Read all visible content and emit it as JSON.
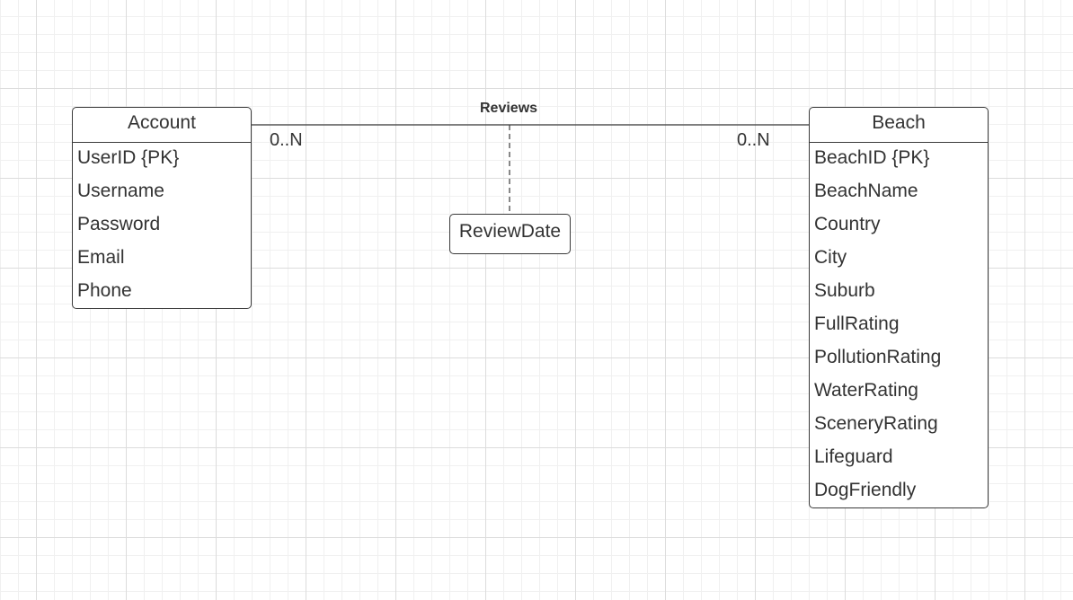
{
  "account": {
    "title": "Account",
    "attributes": [
      "UserID {PK}",
      "Username",
      "Password",
      "Email",
      "Phone"
    ]
  },
  "beach": {
    "title": "Beach",
    "attributes": [
      "BeachID {PK}",
      "BeachName",
      "Country",
      "City",
      "Suburb",
      "FullRating",
      "PollutionRating",
      "WaterRating",
      "SceneryRating",
      "Lifeguard",
      "DogFriendly"
    ]
  },
  "relationship": {
    "label": "Reviews",
    "left_multiplicity": "0..N",
    "right_multiplicity": "0..N",
    "attribute": "ReviewDate"
  },
  "colors": {
    "line": "#3a3a3a",
    "text": "#333333",
    "grid": "#dcdcdc"
  }
}
